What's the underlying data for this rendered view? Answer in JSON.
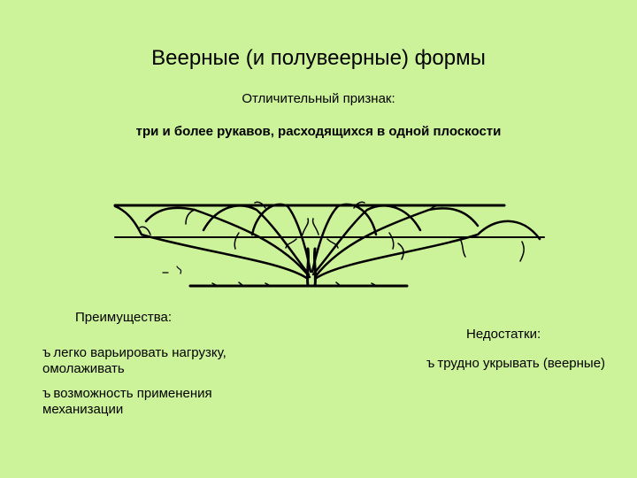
{
  "title": "Веерные (и полувеерные) формы",
  "subtitle": "Отличительный признак:",
  "feature": "три и более рукавов, расходящихся в одной плоскости",
  "advantages": {
    "heading": "Преимущества:",
    "bullet": "ъ",
    "items": [
      "легко варьировать нагрузку, омолаживать",
      "возможность применения механизации"
    ]
  },
  "disadvantages": {
    "heading": "Недостатки:",
    "bullet": "ъ",
    "items": [
      "трудно укрывать (веерные)"
    ]
  }
}
